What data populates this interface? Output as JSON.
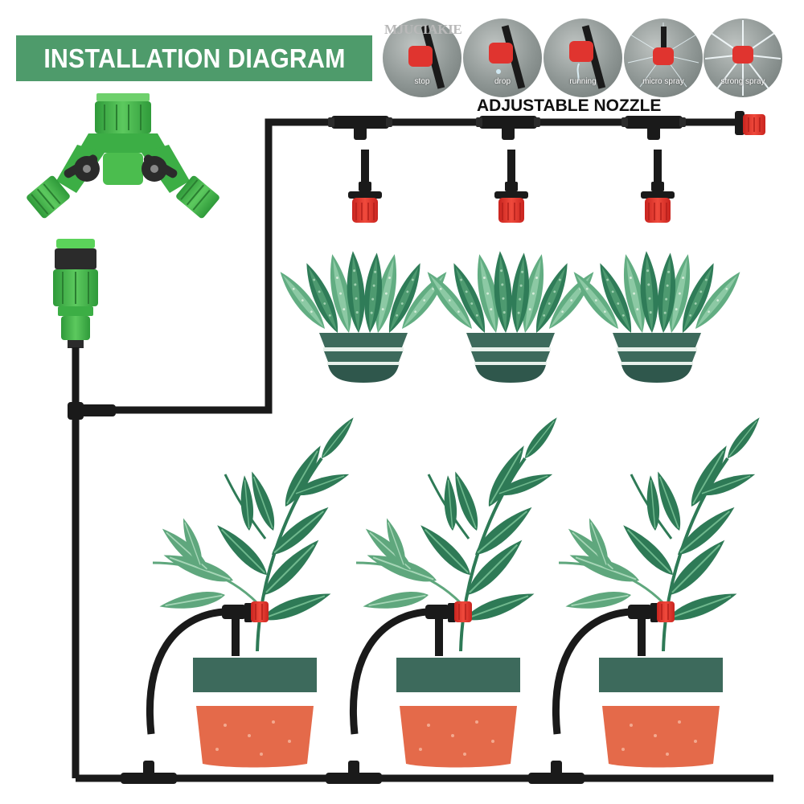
{
  "title": "INSTALLATION DIAGRAM",
  "brand": "MJUCIAKIE",
  "nozzle_caption": "ADJUSTABLE NOZZLE",
  "nozzle_modes": [
    "stop",
    "drop",
    "running",
    "micro spray",
    "strong spray"
  ],
  "colors": {
    "banner": "#4e9b6b",
    "tube": "#1a1a1a",
    "nozzle_red": "#e0342f",
    "connector_green": "#3cb043",
    "leaf_dark": "#2e7d5b",
    "leaf_light": "#5aa57a",
    "pot_teal": "#3d6a5c",
    "pot_terracotta": "#e46a4a"
  },
  "icons": [
    "two-way-hose-splitter-icon",
    "tap-connector-icon",
    "tee-connector-icon",
    "nozzle-icon",
    "succulent-plant-icon",
    "leafy-plant-icon"
  ]
}
